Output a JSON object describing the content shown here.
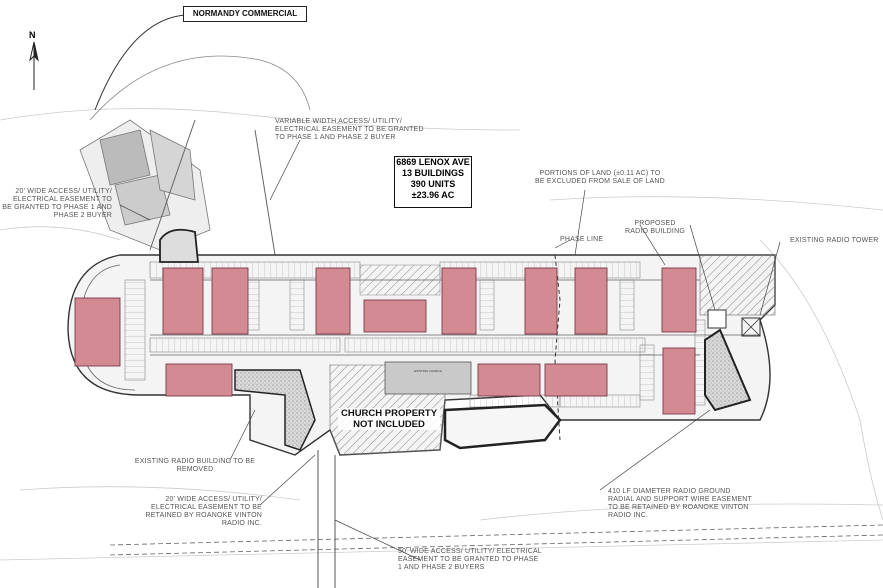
{
  "header": {
    "title": "NORMANDY COMMERCIAL"
  },
  "site_info": {
    "address": "6869 LENOX AVE",
    "buildings": "13 BUILDINGS",
    "units": "390 UNITS",
    "acreage": "±23.96 AC"
  },
  "compass": {
    "north_label": "N"
  },
  "annotations": {
    "easement_top": "VARIABLE WIDTH ACCESS/ UTILITY/ ELECTRICAL EASEMENT TO BE GRANTED TO PHASE 1 AND PHASE 2 BUYER",
    "easement_left": "20' WIDE ACCESS/ UTILITY/ ELECTRICAL EASEMENT TO BE GRANTED TO PHASE 1 AND PHASE 2 BUYER",
    "portions_of_land": "PORTIONS OF LAND (±0.11 AC) TO BE EXCLUDED FROM SALE OF LAND",
    "phase_line": "PHASE LINE",
    "proposed_radio": "PROPOSED RADIO BUILDING",
    "existing_tower": "EXISTING RADIO TOWER",
    "church": "CHURCH PROPERTY NOT INCLUDED",
    "existing_radio_building": "EXISTING RADIO BUILDING TO BE REMOVED",
    "easement_bottom_left": "20' WIDE ACCESS/ UTILITY/ ELECTRICAL EASEMENT TO BE RETAINED BY ROANOKE VINTON RADIO INC.",
    "radial_ground": "410 LF DIAMETER RADIO GROUND RADIAL AND SUPPORT WIRE EASEMENT TO BE RETAINED BY ROANOKE VINTON RADIO INC.",
    "easement_bottom": "50' WIDE ACCESS/ UTILITY/ ELECTRICAL EASEMENT TO BE GRANTED TO PHASE 1 AND PHASE 2 BUYERS"
  },
  "colors": {
    "building_fill": "#d48a93",
    "building_stroke": "#7a3a44",
    "paving": "#f4f4f4",
    "line": "#555555",
    "hatch": "#888888"
  }
}
